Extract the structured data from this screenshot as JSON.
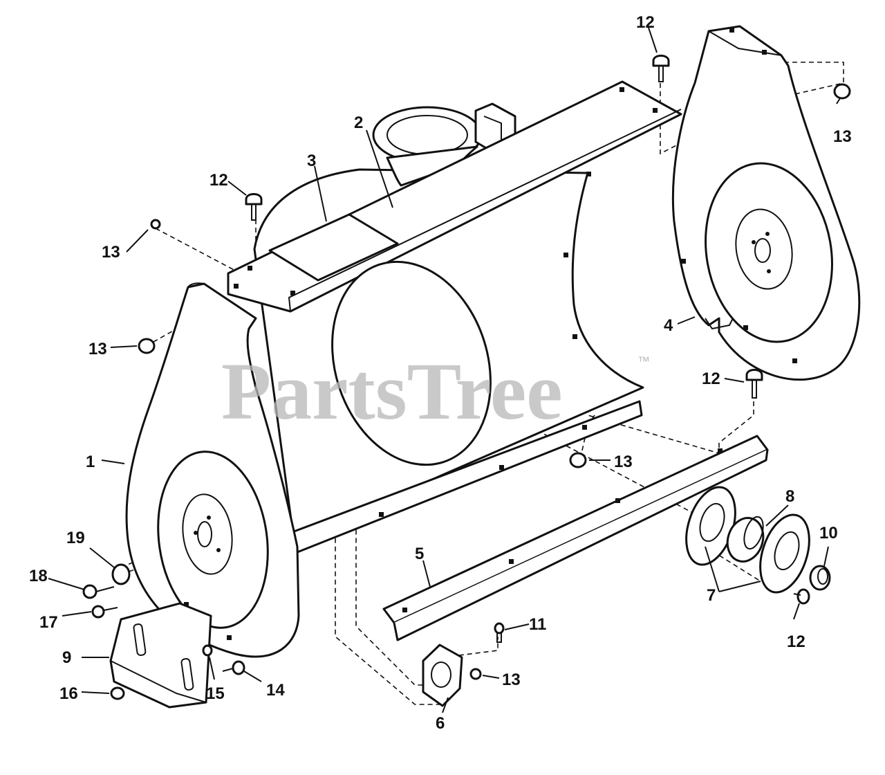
{
  "watermark": {
    "text": "PartsTree",
    "trademark": "™"
  },
  "callouts": {
    "c1": "1",
    "c2": "2",
    "c3": "3",
    "c4": "4",
    "c5": "5",
    "c6": "6",
    "c7": "7",
    "c8": "8",
    "c9": "9",
    "c10": "10",
    "c11": "11",
    "c12a": "12",
    "c12b": "12",
    "c12c": "12",
    "c12d": "12",
    "c13a": "13",
    "c13b": "13",
    "c13c": "13",
    "c13d": "13",
    "c13e": "13",
    "c14": "14",
    "c15": "15",
    "c16": "16",
    "c17": "17",
    "c18": "18",
    "c19": "19"
  }
}
